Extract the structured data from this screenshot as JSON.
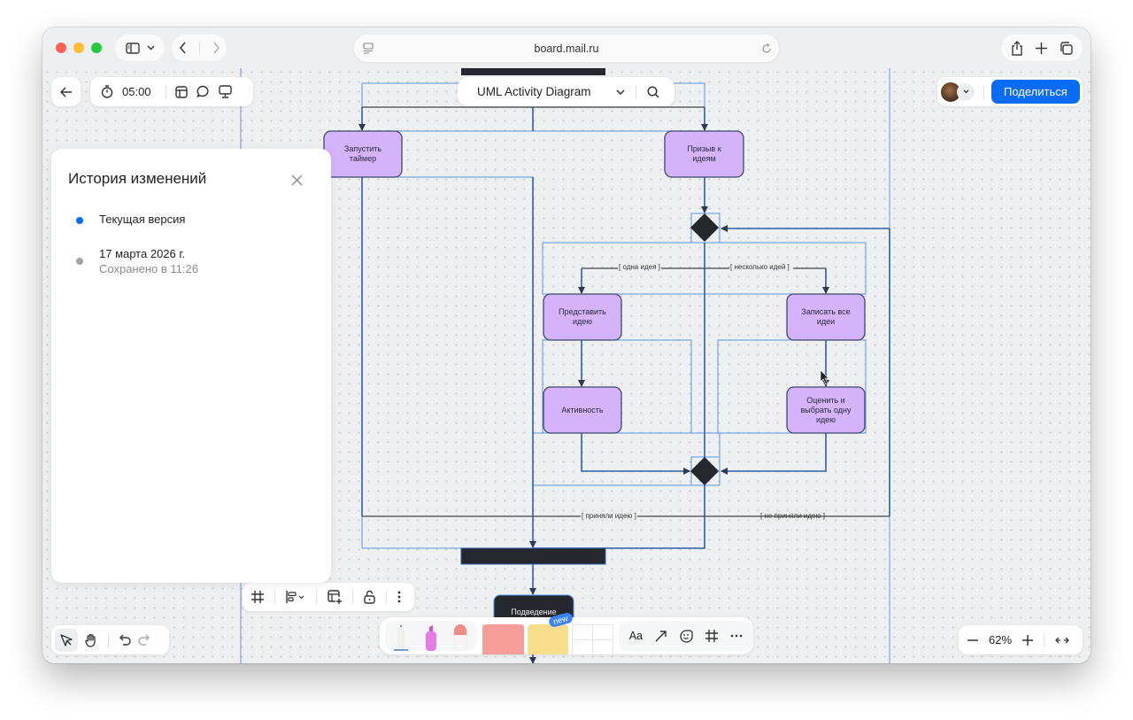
{
  "browser": {
    "url": "board.mail.ru",
    "traffic_lights": [
      "#ff5f57",
      "#febc2e",
      "#28c840"
    ]
  },
  "toolbar_top_left": {
    "back_icon": "arrow-left-icon",
    "timer_value": "05:00"
  },
  "board": {
    "title": "UML Activity Diagram"
  },
  "header_right": {
    "share_label": "Поделиться",
    "accent": "#0a6cf5"
  },
  "history_panel": {
    "title": "История изменений",
    "items": [
      {
        "label": "Текущая версия",
        "sub": "",
        "dot_color": "#0a6cf5"
      },
      {
        "label": "17 марта 2026 г.",
        "sub": "Сохранено в 11:26",
        "dot_color": "#a3a3a8"
      }
    ]
  },
  "diagram": {
    "node_fill": "#d4b3fb",
    "node_stroke": "#3b4a6b",
    "edge_color": "#2b5fa8",
    "selection_color": "#4a90e2",
    "nodes": [
      {
        "id": "start-timer",
        "label": "Запустить таймер"
      },
      {
        "id": "call-ideas",
        "label": "Призыв к идеям"
      },
      {
        "id": "present-idea",
        "label": "Представить идею"
      },
      {
        "id": "record-ideas",
        "label": "Записать все идеи"
      },
      {
        "id": "activity",
        "label": "Активность"
      },
      {
        "id": "evaluate",
        "label": "Оценить и выбрать одну идею"
      },
      {
        "id": "summary",
        "label": "Подведение"
      }
    ],
    "guards": {
      "one_idea": "[ одна идея ]",
      "many_ideas": "[ несколько идей ]",
      "accepted": "[ приняли идею ]",
      "not_accepted": "[ не приняли идею ]"
    }
  },
  "bottom_left": {
    "tools": [
      "cursor-icon",
      "hand-icon",
      "undo-icon",
      "redo-icon"
    ]
  },
  "bottom_center": {
    "new_badge": "new",
    "text_tool": "Aa"
  },
  "zoom_control": {
    "value": "62%"
  }
}
